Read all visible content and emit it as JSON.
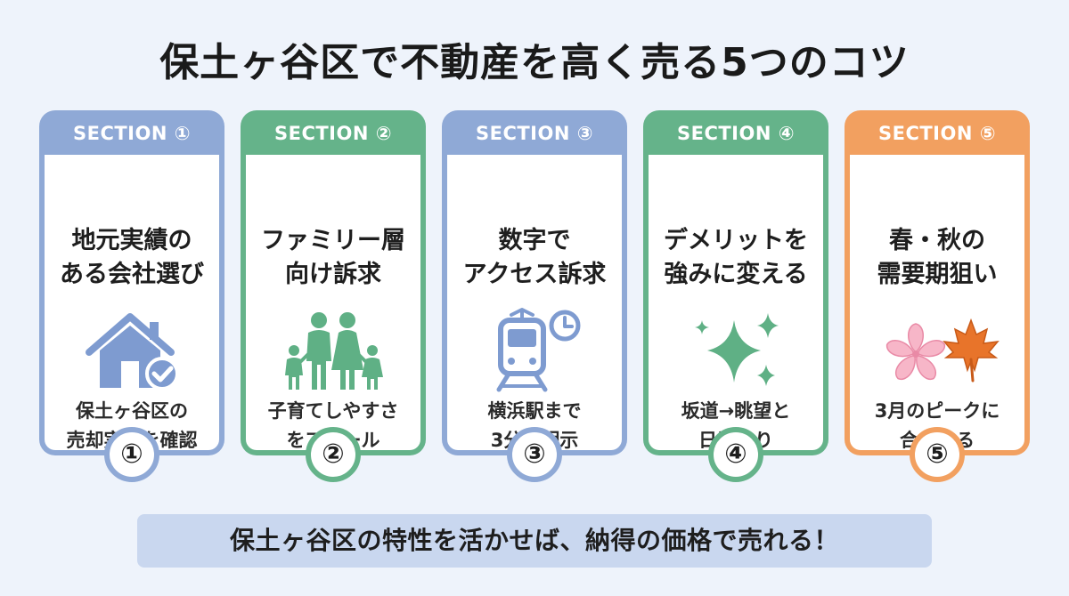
{
  "title": "保土ヶ谷区で不動産を高く売る5つのコツ",
  "sections": [
    {
      "header": "SECTION ①",
      "title_lines": [
        "地元実績の",
        "ある会社選び"
      ],
      "icon": "house-check-icon",
      "desc_lines": [
        "保土ヶ谷区の",
        "売却実績を確認"
      ],
      "badge": "①",
      "color": "#8fa9d6"
    },
    {
      "header": "SECTION ②",
      "title_lines": [
        "ファミリー層",
        "向け訴求"
      ],
      "icon": "family-icon",
      "desc_lines": [
        "子育てしやすさ",
        "をアピール"
      ],
      "badge": "②",
      "color": "#65b38a"
    },
    {
      "header": "SECTION ③",
      "title_lines": [
        "数字で",
        "アクセス訴求"
      ],
      "icon": "train-clock-icon",
      "desc_lines": [
        "横浜駅まで",
        "3分を明示"
      ],
      "badge": "③",
      "color": "#8fa9d6"
    },
    {
      "header": "SECTION ④",
      "title_lines": [
        "デメリットを",
        "強みに変える"
      ],
      "icon": "sparkle-icon",
      "desc_lines": [
        "坂道→眺望と",
        "日当たり"
      ],
      "badge": "④",
      "color": "#65b38a"
    },
    {
      "header": "SECTION ⑤",
      "title_lines": [
        "春・秋の",
        "需要期狙い"
      ],
      "icon": "sakura-maple-icon",
      "desc_lines": [
        "3月のピークに",
        "合わせる"
      ],
      "badge": "⑤",
      "color": "#f2a060"
    }
  ],
  "footer": "保土ヶ谷区の特性を活かせば、納得の価格で売れる！"
}
